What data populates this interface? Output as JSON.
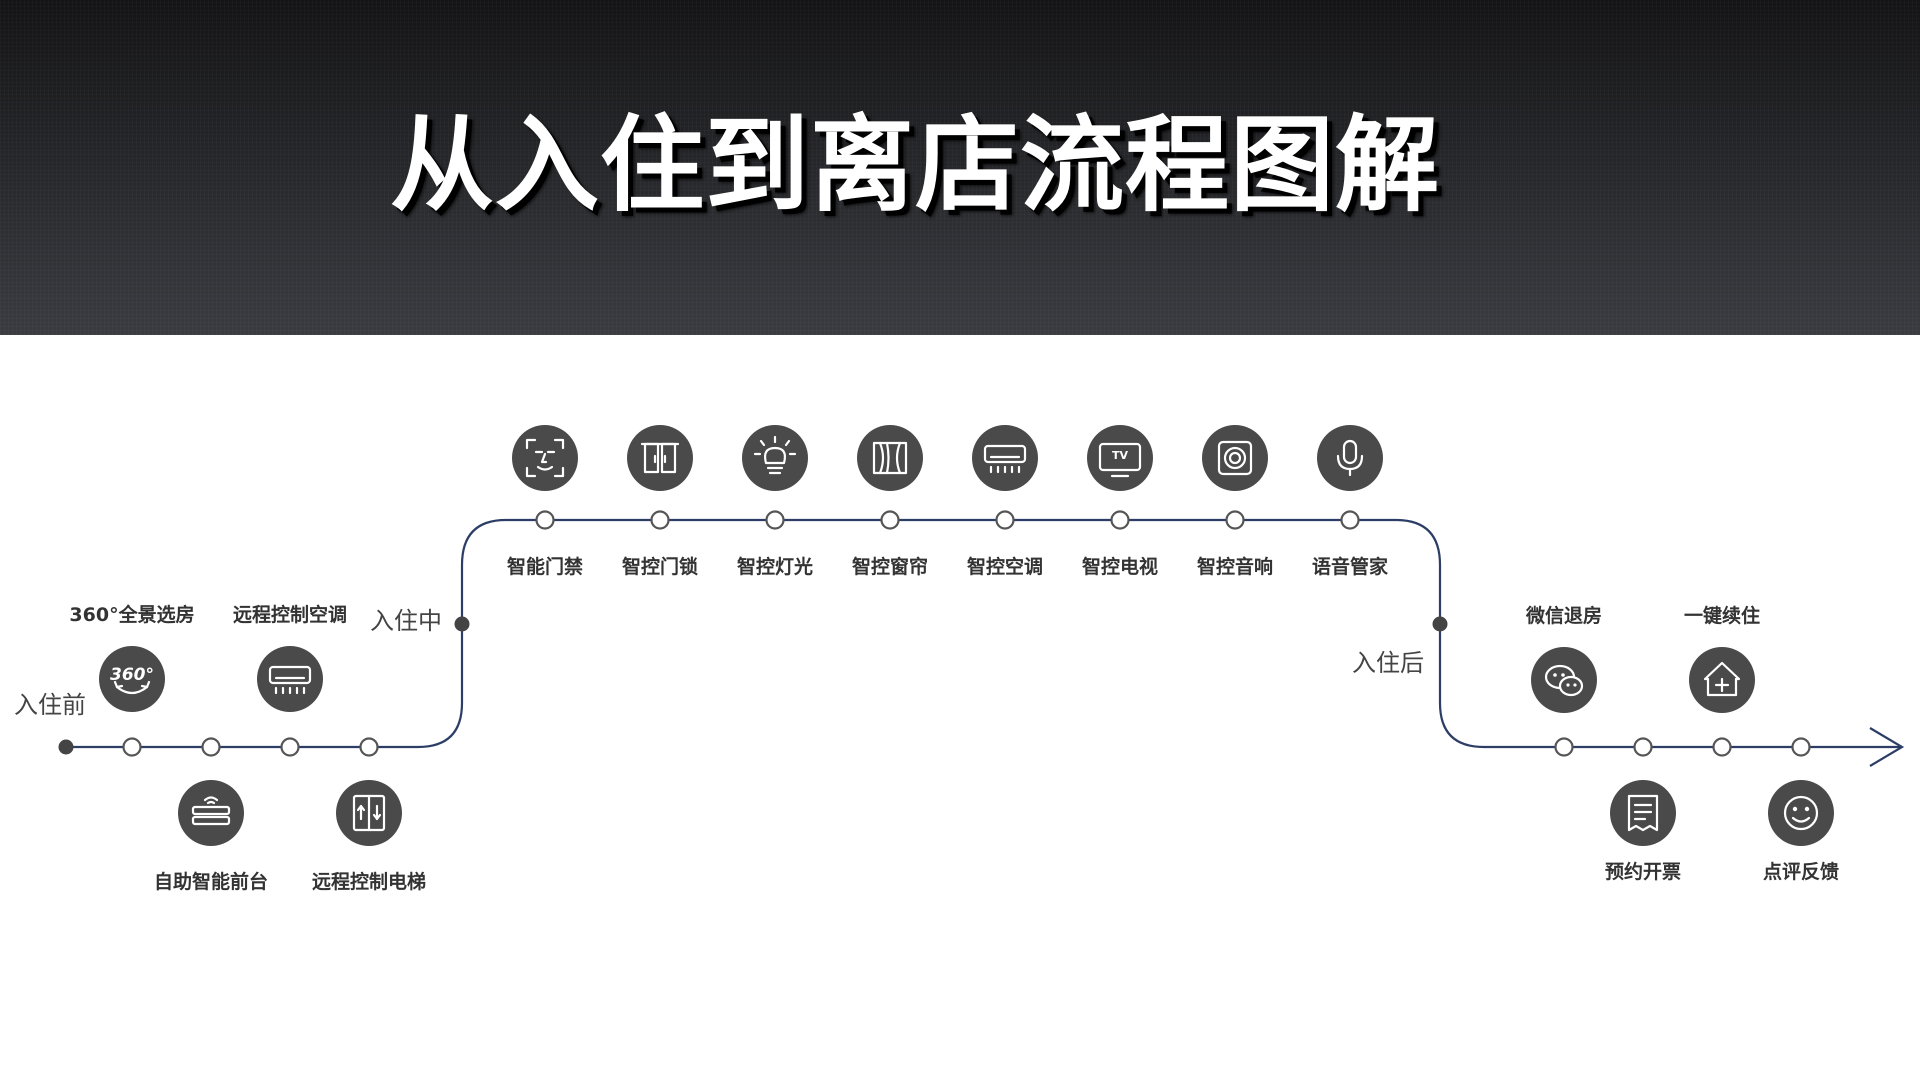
{
  "title": "从入住到离店流程图解",
  "stages": {
    "before": "入住前",
    "during": "入住中",
    "after": "入住后"
  },
  "before_items": [
    {
      "label": "360°全景选房",
      "icon": "panorama-360-icon"
    },
    {
      "label": "自助智能前台",
      "icon": "wifi-router-icon"
    },
    {
      "label": "远程控制空调",
      "icon": "air-conditioner-icon"
    },
    {
      "label": "远程控制电梯",
      "icon": "elevator-icon"
    }
  ],
  "during_items": [
    {
      "label": "智能门禁",
      "icon": "face-scan-icon"
    },
    {
      "label": "智控门锁",
      "icon": "door-lock-icon"
    },
    {
      "label": "智控灯光",
      "icon": "light-bulb-icon"
    },
    {
      "label": "智控窗帘",
      "icon": "curtain-icon"
    },
    {
      "label": "智控空调",
      "icon": "air-conditioner-icon"
    },
    {
      "label": "智控电视",
      "icon": "tv-icon"
    },
    {
      "label": "智控音响",
      "icon": "speaker-icon"
    },
    {
      "label": "语音管家",
      "icon": "microphone-icon"
    }
  ],
  "after_items": [
    {
      "label": "微信退房",
      "icon": "wechat-icon"
    },
    {
      "label": "预约开票",
      "icon": "invoice-icon"
    },
    {
      "label": "一键续住",
      "icon": "home-plus-icon"
    },
    {
      "label": "点评反馈",
      "icon": "smile-icon"
    }
  ],
  "icon_text": {
    "tv": "TV",
    "panorama": "360°"
  },
  "colors": {
    "line": "#2d3e66",
    "icon_fill": "#4a4a4a",
    "node_stroke": "#555555",
    "label": "#333333",
    "header_dark": "#141416",
    "header_light": "#3a3b40"
  }
}
